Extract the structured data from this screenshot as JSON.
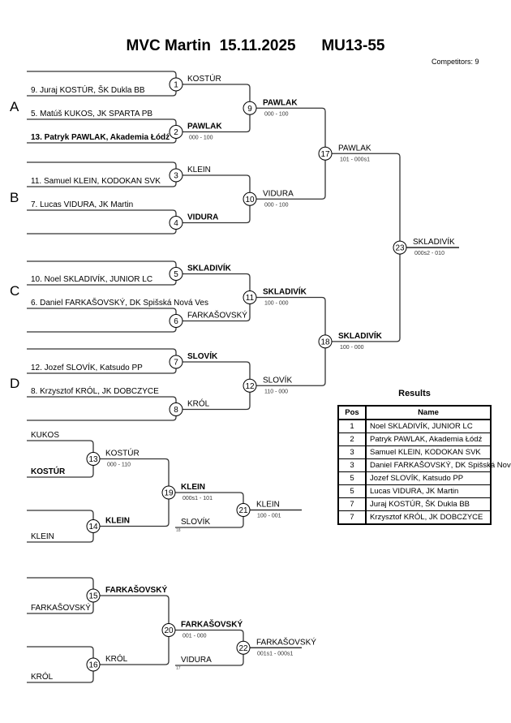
{
  "header": {
    "event": "MVC Martin",
    "date": "15.11.2025",
    "category": "MU13-55",
    "competitors_label": "Competitors: 9"
  },
  "pools": [
    "A",
    "B",
    "C",
    "D"
  ],
  "entries": [
    {
      "label": "9. Juraj KOSTÚR, ŠK Dukla BB",
      "bold": false
    },
    {
      "label": "5. Matúš KUKOS, JK SPARTA PB",
      "bold": false
    },
    {
      "label": "13. Patryk PAWLAK, Akademia Łódź",
      "bold": true
    },
    {
      "label": "11. Samuel KLEIN, KODOKAN SVK",
      "bold": false
    },
    {
      "label": "7. Lucas VIDURA, JK Martin",
      "bold": false
    },
    {
      "label": "10. Noel SKLADIVÍK, JUNIOR LC",
      "bold": false
    },
    {
      "label": "6. Daniel FARKAŠOVSKÝ, DK Spišská Nová Ves",
      "bold": false
    },
    {
      "label": "12. Jozef SLOVÍK, Katsudo PP",
      "bold": false
    },
    {
      "label": "8. Krzysztof KRÓL, JK DOBCZYCE",
      "bold": false
    }
  ],
  "main_bracket": {
    "round1": [
      {
        "match": "1",
        "winner": "KOSTÚR",
        "bold": false,
        "score": ""
      },
      {
        "match": "2",
        "winner": "PAWLAK",
        "bold": true,
        "score": "000 - 100"
      },
      {
        "match": "3",
        "winner": "KLEIN",
        "bold": false,
        "score": ""
      },
      {
        "match": "4",
        "winner": "VIDURA",
        "bold": true,
        "score": ""
      },
      {
        "match": "5",
        "winner": "SKLADIVÍK",
        "bold": true,
        "score": ""
      },
      {
        "match": "6",
        "winner": "FARKAŠOVSKÝ",
        "bold": false,
        "score": ""
      },
      {
        "match": "7",
        "winner": "SLOVÍK",
        "bold": true,
        "score": ""
      },
      {
        "match": "8",
        "winner": "KRÓL",
        "bold": false,
        "score": ""
      }
    ],
    "round2": [
      {
        "match": "9",
        "winner": "PAWLAK",
        "bold": true,
        "score": "000 - 100"
      },
      {
        "match": "10",
        "winner": "VIDURA",
        "bold": false,
        "score": "000 - 100"
      },
      {
        "match": "11",
        "winner": "SKLADIVÍK",
        "bold": true,
        "score": "100 - 000"
      },
      {
        "match": "12",
        "winner": "SLOVÍK",
        "bold": false,
        "score": "110 - 000"
      }
    ],
    "semis": [
      {
        "match": "17",
        "winner": "PAWLAK",
        "bold": false,
        "score": "101 - 000s1"
      },
      {
        "match": "18",
        "winner": "SKLADIVÍK",
        "bold": true,
        "score": "100 - 000"
      }
    ],
    "final": {
      "match": "23",
      "winner": "SKLADIVÍK",
      "bold": false,
      "score": "000s2 - 010"
    }
  },
  "repechage": [
    {
      "entries": [
        {
          "label": "KUKOS",
          "bold": false
        },
        {
          "label": "KOSTÚR",
          "bold": true
        },
        {
          "label": "",
          "bold": false
        },
        {
          "label": "KLEIN",
          "bold": false
        }
      ],
      "round1": [
        {
          "match": "13",
          "winner": "KOSTÚR",
          "bold": false,
          "score": "000 - 110"
        },
        {
          "match": "14",
          "winner": "KLEIN",
          "bold": true,
          "score": ""
        }
      ],
      "round2": {
        "match": "19",
        "winner": "KLEIN",
        "bold": true,
        "score": "000s1 - 101"
      },
      "crossover": {
        "label": "SLOVÍK",
        "bold": false,
        "from": "18"
      },
      "bronze": {
        "match": "21",
        "winner": "KLEIN",
        "bold": false,
        "score": "100 - 001"
      }
    },
    {
      "entries": [
        {
          "label": "",
          "bold": false
        },
        {
          "label": "FARKAŠOVSKÝ",
          "bold": false
        },
        {
          "label": "",
          "bold": false
        },
        {
          "label": "KRÓL",
          "bold": false
        }
      ],
      "round1": [
        {
          "match": "15",
          "winner": "FARKAŠOVSKÝ",
          "bold": true,
          "score": ""
        },
        {
          "match": "16",
          "winner": "KRÓL",
          "bold": false,
          "score": ""
        }
      ],
      "round2": {
        "match": "20",
        "winner": "FARKAŠOVSKÝ",
        "bold": true,
        "score": "001 - 000"
      },
      "crossover": {
        "label": "VIDURA",
        "bold": false,
        "from": "17"
      },
      "bronze": {
        "match": "22",
        "winner": "FARKAŠOVSKÝ",
        "bold": false,
        "score": "001s1 - 000s1"
      }
    }
  ],
  "results": {
    "title": "Results",
    "headers": [
      "Pos",
      "Name"
    ],
    "rows": [
      {
        "pos": "1",
        "name": "Noel SKLADIVÍK, JUNIOR LC"
      },
      {
        "pos": "2",
        "name": "Patryk PAWLAK, Akademia Łódź"
      },
      {
        "pos": "3",
        "name": "Samuel KLEIN, KODOKAN SVK"
      },
      {
        "pos": "3",
        "name": "Daniel FARKAŠOVSKÝ, DK Spišská Nová Ves"
      },
      {
        "pos": "5",
        "name": "Jozef SLOVÍK, Katsudo PP"
      },
      {
        "pos": "5",
        "name": "Lucas VIDURA, JK Martin"
      },
      {
        "pos": "7",
        "name": "Juraj KOSTÚR, ŠK Dukla BB"
      },
      {
        "pos": "7",
        "name": "Krzysztof KRÓL, JK DOBCZYCE"
      }
    ]
  }
}
